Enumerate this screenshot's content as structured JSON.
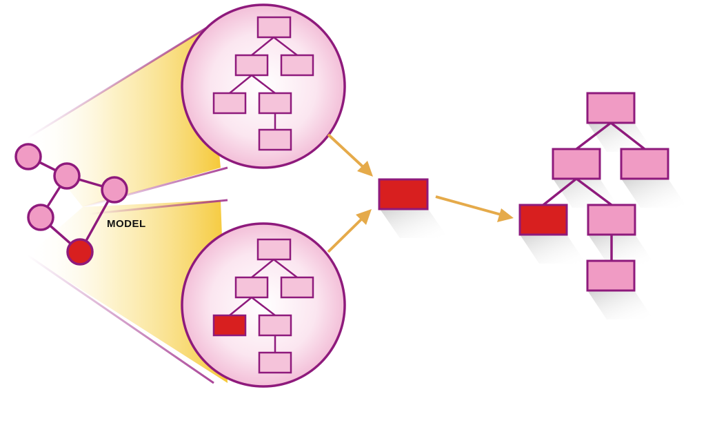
{
  "labels": {
    "model": "MODEL"
  },
  "colors": {
    "node_fill": "#f09bc4",
    "node_stroke": "#8e1a7c",
    "highlight_fill": "#d81f1f",
    "arrow": "#e5aa4a",
    "beam_inner": "#f7d24a",
    "zoom_fill_inner": "#ffffff",
    "zoom_fill_outer": "#f5c6dc"
  },
  "graph": {
    "nodes": [
      {
        "id": "n1",
        "highlighted": false
      },
      {
        "id": "n2",
        "highlighted": false
      },
      {
        "id": "n3",
        "highlighted": false
      },
      {
        "id": "n4",
        "highlighted": false
      },
      {
        "id": "n5",
        "highlighted": true
      }
    ]
  },
  "zoom_views": [
    {
      "id": "top",
      "highlighted_box": "none"
    },
    {
      "id": "bottom",
      "highlighted_box": "left-child"
    }
  ],
  "result_tree": {
    "highlighted_box": "left-grandchild"
  }
}
